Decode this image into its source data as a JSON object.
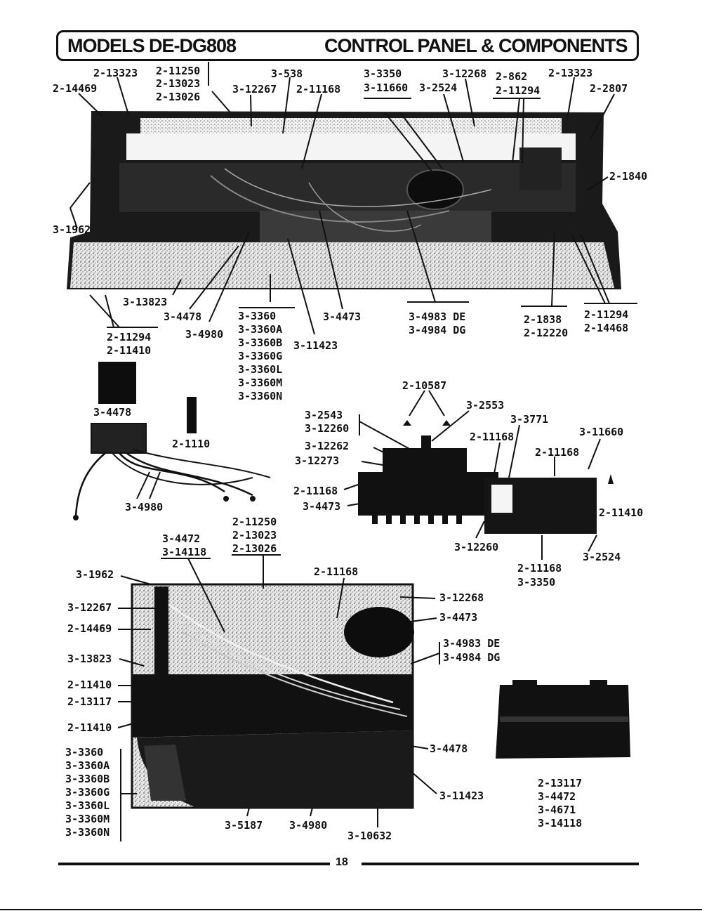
{
  "header": {
    "title_left": "MODELS DE-DG808",
    "title_right": "CONTROL PANEL & COMPONENTS"
  },
  "page_number": "18",
  "top_assembly": {
    "labels": [
      "2-13323",
      "2-14469",
      "2-11250",
      "2-13023",
      "2-13026",
      "3-538",
      "3-12267",
      "2-11168",
      "3-3350",
      "3-11660",
      "3-2524",
      "3-12268",
      "2-862",
      "2-11294",
      "2-13323",
      "2-2807",
      "2-1840",
      "3-1962",
      "3-13823",
      "3-4478",
      "3-4980",
      "3-4473",
      "3-11423",
      "3-4983 DE",
      "3-4984 DG",
      "2-1838",
      "2-12220",
      "2-11294",
      "2-14468",
      "2-11294",
      "2-11410"
    ],
    "switch_group": [
      "3-3360",
      "3-3360A",
      "3-3360B",
      "3-3360G",
      "3-3360L",
      "3-3360M",
      "3-3360N"
    ]
  },
  "harness": {
    "labels": [
      "3-4478",
      "2-1110",
      "3-4980"
    ]
  },
  "timer_assembly": {
    "labels": [
      "2-10587",
      "3-2553",
      "3-2543",
      "3-12260",
      "3-3771",
      "3-11660",
      "2-11168",
      "3-12262",
      "2-11168",
      "3-12273",
      "2-11168",
      "2-11410",
      "3-4473",
      "3-12260",
      "2-11168",
      "3-3350",
      "3-2524"
    ]
  },
  "detail_photo": {
    "labels": [
      "3-4472",
      "3-14118",
      "2-11250",
      "2-13023",
      "2-13026",
      "3-1962",
      "2-11168",
      "3-12267",
      "3-12268",
      "2-14469",
      "3-4473",
      "3-13823",
      "3-4983 DE",
      "3-4984 DG",
      "2-11410",
      "2-13117",
      "2-11410",
      "3-4478",
      "3-11423",
      "3-5187",
      "3-4980",
      "3-10632"
    ],
    "switch_group": [
      "3-3360",
      "3-3360A",
      "3-3360B",
      "3-3360G",
      "3-3360L",
      "3-3360M",
      "3-3360N"
    ]
  },
  "terminal_block": {
    "labels": [
      "2-13117",
      "3-4472",
      "3-4671",
      "3-14118"
    ]
  }
}
